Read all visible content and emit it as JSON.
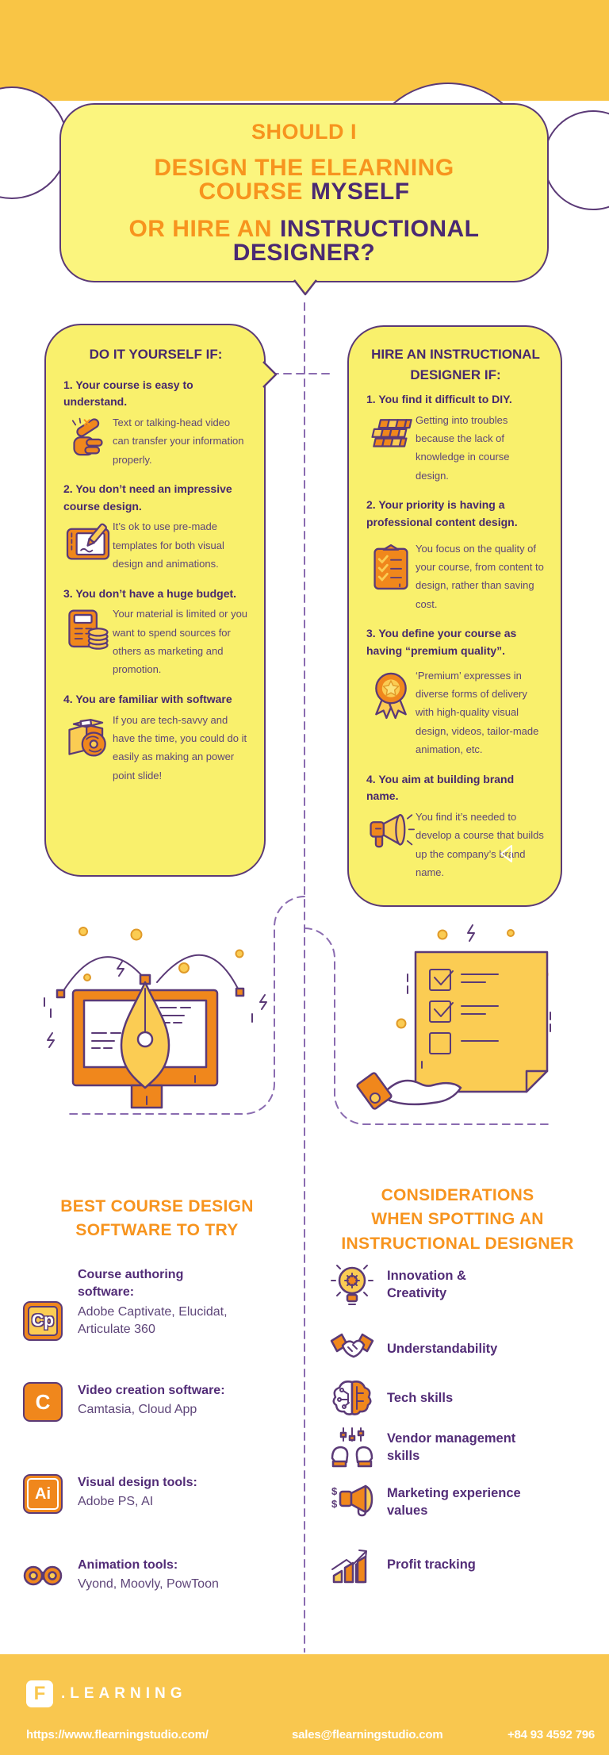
{
  "title": {
    "line1": "SHOULD I",
    "line2_orange": "DESIGN THE ELEARNING COURSE",
    "line2_purple": "MYSELF",
    "line3_orange": "OR HIRE AN",
    "line3_purple": "INSTRUCTIONAL DESIGNER?"
  },
  "diy": {
    "heading": "DO IT YOURSELF IF:",
    "items": [
      {
        "title": "1. Your course is easy to understand.",
        "icon": "pointing-hand-icon",
        "desc": "Text or talking-head video can transfer your information properly."
      },
      {
        "title": "2. You don’t need an impressive course design.",
        "icon": "drawing-tablet-icon",
        "desc": "It’s ok to use pre-made templates for both visual design and animations."
      },
      {
        "title": "3. You don’t have a huge budget.",
        "icon": "calculator-coins-icon",
        "desc": "Your material is limited or you want to spend sources for others as marketing and promotion."
      },
      {
        "title": "4. You are familiar with software",
        "icon": "software-box-icon",
        "desc": "If you are tech-savvy and have the time, you could do it easily as making an power point slide!"
      }
    ]
  },
  "hire": {
    "heading": "HIRE AN INSTRUCTIONAL\nDESIGNER IF:",
    "items": [
      {
        "title": "1. You find it difficult to DIY.",
        "icon": "rubiks-cube-icon",
        "desc": "Getting into troubles because the lack of knowledge in course design."
      },
      {
        "title": "2. Your priority is having a professional content design.",
        "icon": "clipboard-checklist-icon",
        "desc": "You focus on the quality of your course, from content to design, rather than saving cost."
      },
      {
        "title": "3. You define your course as having “premium quality”.",
        "icon": "award-badge-icon",
        "desc": "‘Premium’ expresses in diverse forms of delivery with high-quality visual design, videos, tailor-made animation, etc."
      },
      {
        "title": "4. You aim at building brand name.",
        "icon": "megaphone-icon",
        "desc": "You find it’s needed to develop a course that builds up the company’s brand name."
      }
    ]
  },
  "software": {
    "heading": "BEST COURSE DESIGN\nSOFTWARE TO TRY",
    "items": [
      {
        "label": "Course authoring software:",
        "tools": "Adobe Captivate, Elucidat, Articulate 360",
        "icon": "captivate-icon",
        "icon_text": "Cp"
      },
      {
        "label": "Video creation software:",
        "tools": "Camtasia, Cloud App",
        "icon": "camtasia-icon",
        "icon_text": "C"
      },
      {
        "label": "Visual design tools:",
        "tools": "Adobe PS, AI",
        "icon": "illustrator-icon",
        "icon_text": "Ai"
      },
      {
        "label": "Animation tools:",
        "tools": "Vyond, Moovly, PowToon",
        "icon": "animation-links-icon"
      }
    ]
  },
  "considerations": {
    "heading": "CONSIDERATIONS\nWHEN SPOTTING AN\nINSTRUCTIONAL DESIGNER",
    "items": [
      {
        "label": "Innovation & Creativity",
        "icon": "lightbulb-gear-icon"
      },
      {
        "label": "Understandability",
        "icon": "handshake-icon"
      },
      {
        "label": "Tech skills",
        "icon": "brain-icon"
      },
      {
        "label": "Vendor management skills",
        "icon": "hands-sliders-icon"
      },
      {
        "label": "Marketing experience values",
        "icon": "megaphone-dollar-icon"
      },
      {
        "label": "Profit tracking",
        "icon": "growth-chart-icon"
      }
    ]
  },
  "footer": {
    "logo_letter": "F",
    "logo_text": ".LEARNING",
    "website": "https://www.flearningstudio.com/",
    "email": "sales@flearningstudio.com",
    "phone": "+84 93 4592 796"
  },
  "colors": {
    "header_yellow": "#F9C545",
    "bubble_yellow": "#F9F06C",
    "title_bubble_yellow": "#FBF57E",
    "accent_orange": "#F7941E",
    "icon_orange": "#F0871C",
    "icon_yellow": "#FBCC53",
    "heading_purple": "#47286E",
    "body_purple": "#5E4579",
    "dash_purple": "#8A6BB0",
    "footer_yellow": "#F9C74F"
  }
}
